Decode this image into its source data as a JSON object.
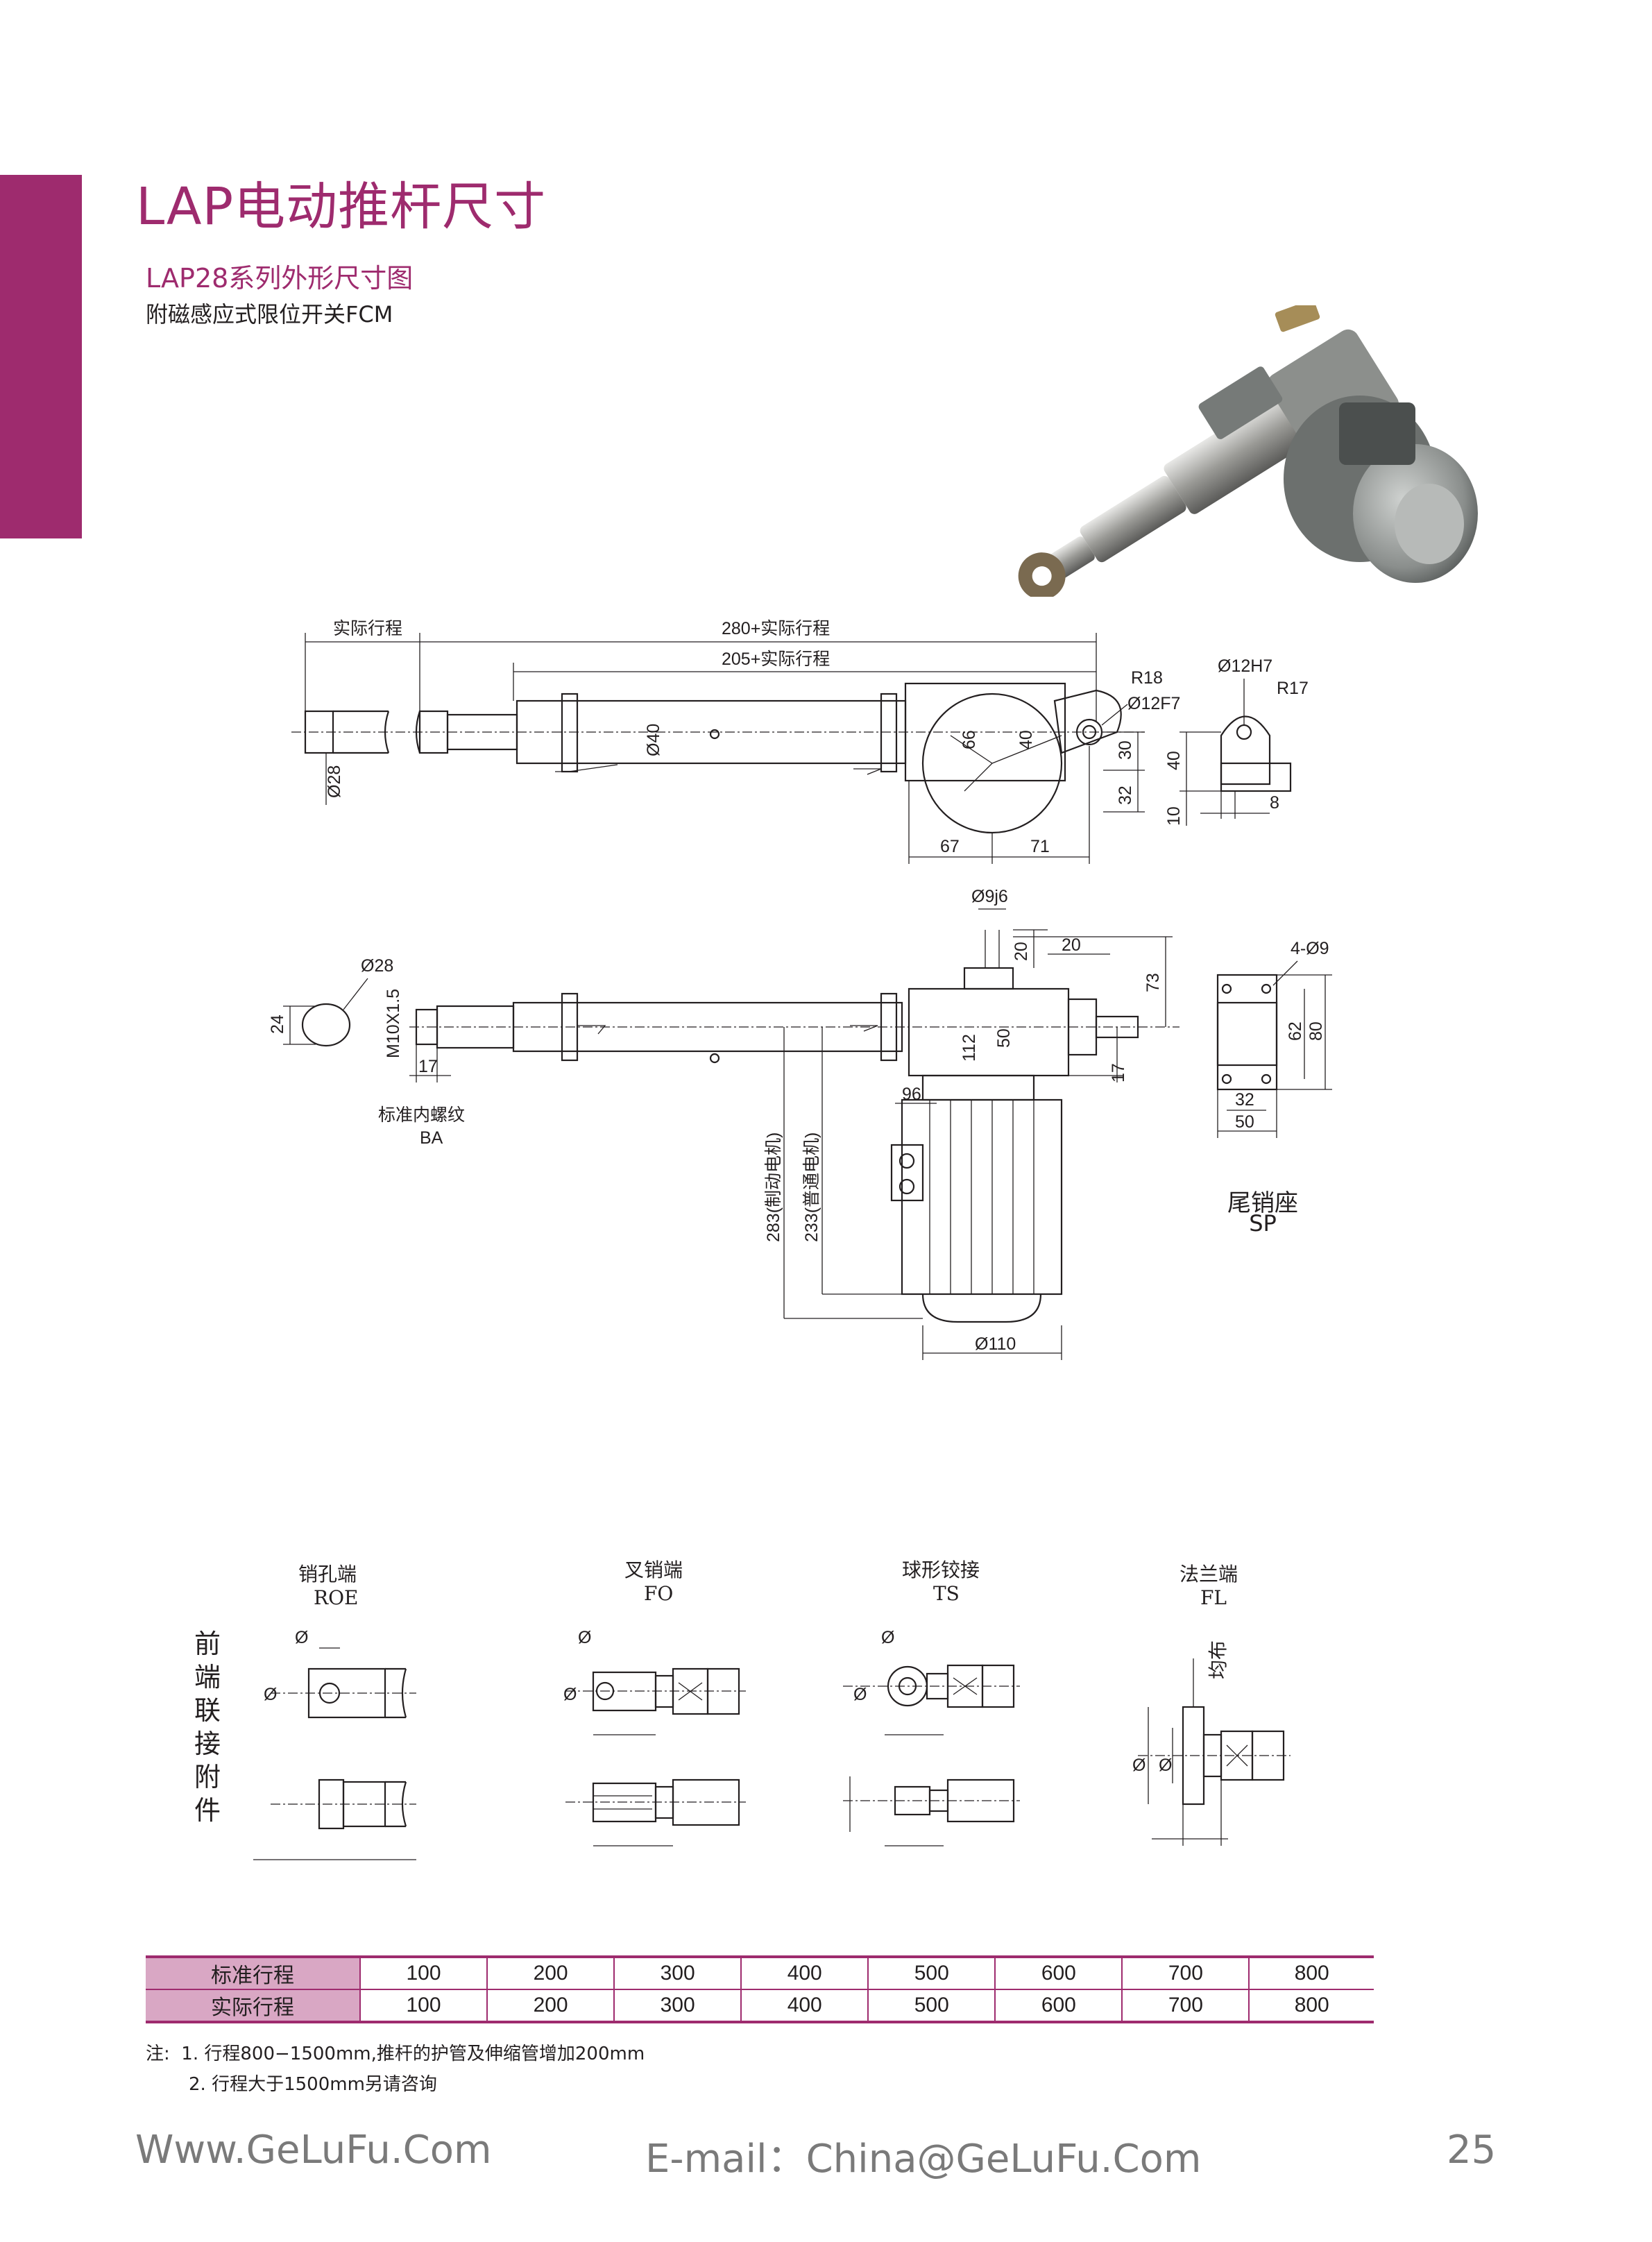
{
  "header": {
    "title": "LAP电动推杆尺寸",
    "subtitle": "LAP28系列外形尺寸图",
    "subtitle2": "附磁感应式限位开关FCM"
  },
  "drawing_top": {
    "actual_stroke": "实际行程",
    "total_length": "280+实际行程",
    "body_length": "205+实际行程",
    "d28": "Ø28",
    "d40": "Ø40",
    "r66": "66",
    "v40": "40",
    "v30": "30",
    "v32": "32",
    "h67": "67",
    "h71": "71",
    "r18": "R18",
    "d12f7": "Ø12F7",
    "d12h7": "Ø12H7",
    "r17": "R17",
    "sp40": "40",
    "sp10": "10",
    "sp8": "8"
  },
  "drawing_mid": {
    "d9j6": "Ø9j6",
    "v20a": "20",
    "h20": "20",
    "v73": "73",
    "d28": "Ø28",
    "v24": "24",
    "thread": "M10X1.5",
    "h17": "17",
    "v112": "112",
    "v50": "50",
    "v17": "17",
    "h96": "96",
    "brake_motor": "283(制动电机)",
    "normal_motor": "233(普通电机)",
    "d110": "Ø110",
    "ba_label": "标准内螺纹",
    "ba_code": "BA",
    "sp_holes": "4-Ø9",
    "sp62": "62",
    "sp80": "80",
    "sp32": "32",
    "sp50": "50",
    "sp_title": "尾销座",
    "sp_code": "SP"
  },
  "attachments": {
    "side_label": "前端联接附件",
    "diameter_symbol": "Ø",
    "even_distribution": "均布",
    "items": [
      {
        "name": "销孔端",
        "code": "ROE"
      },
      {
        "name": "叉销端",
        "code": "FO"
      },
      {
        "name": "球形铰接",
        "code": "TS"
      },
      {
        "name": "法兰端",
        "code": "FL"
      }
    ]
  },
  "stroke_table": {
    "rows": [
      {
        "label": "标准行程",
        "values": [
          "100",
          "200",
          "300",
          "400",
          "500",
          "600",
          "700",
          "800"
        ]
      },
      {
        "label": "实际行程",
        "values": [
          "100",
          "200",
          "300",
          "400",
          "500",
          "600",
          "700",
          "800"
        ]
      }
    ]
  },
  "notes": {
    "prefix": "注:",
    "n1": "1. 行程800−1500mm,推杆的护管及伸缩管增加200mm",
    "n2": "2. 行程大于1500mm另请咨询"
  },
  "footer": {
    "website": "Www.GeLuFu.Com",
    "email": "E-mail：China@GeLuFu.Com",
    "page": "25"
  },
  "colors": {
    "accent": "#9e2b6e",
    "table_header": "#d9a7c4",
    "footer_text": "#7a7a7a"
  }
}
